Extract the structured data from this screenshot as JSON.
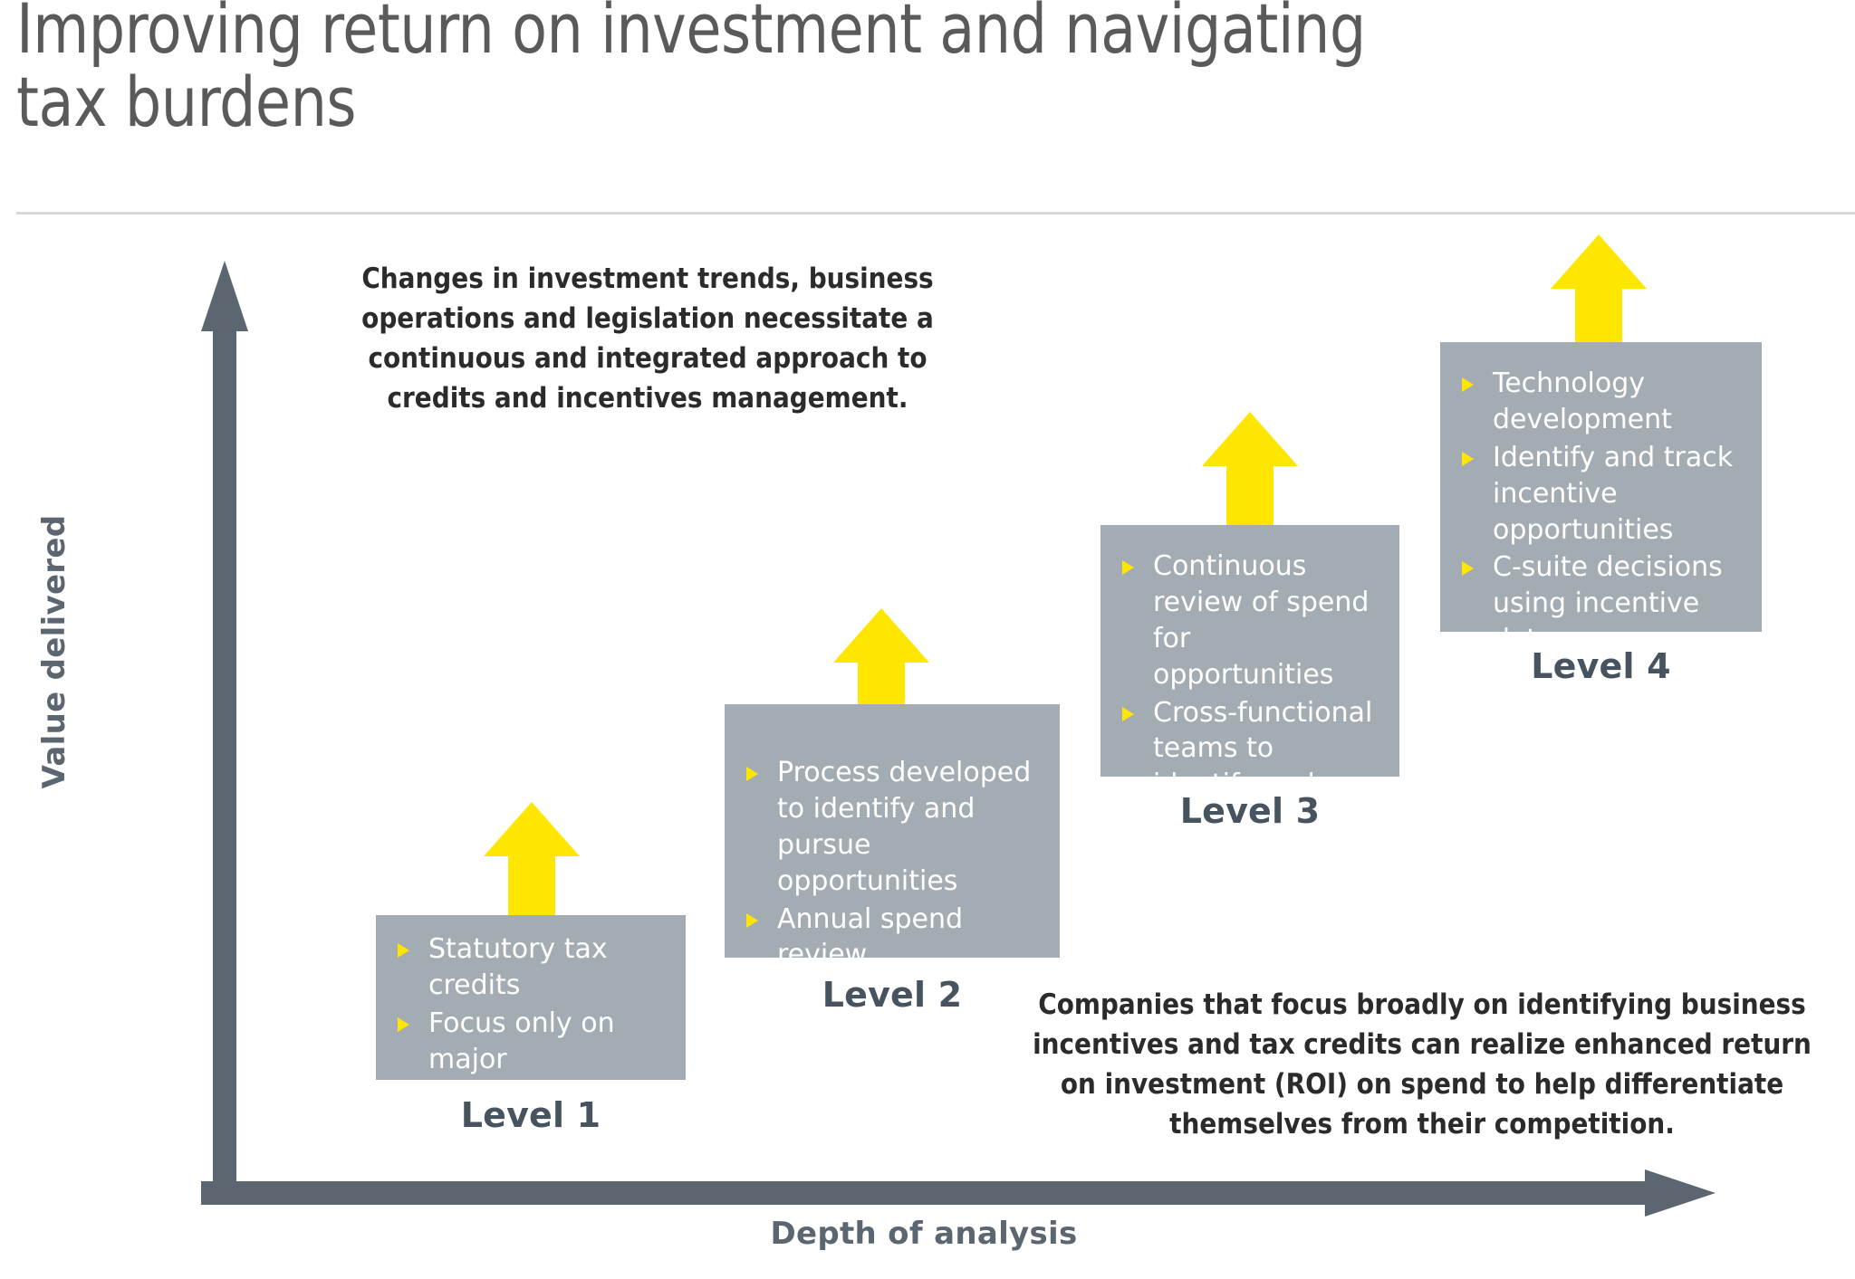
{
  "header": {
    "title": "Improving return on investment and navigating tax burdens"
  },
  "chart_data": {
    "type": "diagram",
    "title": "Improving return on investment and navigating tax burdens",
    "xlabel": "Depth of analysis",
    "ylabel": "Value delivered",
    "categories": [
      "Level 1",
      "Level 2",
      "Level 3",
      "Level 4"
    ],
    "values": [
      1,
      2,
      3,
      4
    ],
    "series": [
      {
        "name": "Level 1",
        "caption": "Level 1",
        "items": [
          "Statutory tax credits",
          "Focus only on major investments"
        ]
      },
      {
        "name": "Level 2",
        "caption": "Level 2",
        "items": [
          "Process developed to identify and pursue opportunities",
          "Annual spend review"
        ]
      },
      {
        "name": "Level 3",
        "caption": "Level 3",
        "items": [
          "Continuous review of spend for opportunities",
          "Cross-functional teams to identify and pursue"
        ]
      },
      {
        "name": "Level 4",
        "caption": "Level 4",
        "items": [
          "Technology development",
          "Identify and track incentive opportunities",
          "C-suite decisions using incentive data"
        ]
      }
    ],
    "annotations": [
      "Changes in investment trends, business operations and legislation necessitate a continuous and integrated approach to credits and incentives management.",
      "Companies that focus broadly on identifying business incentives and tax credits can realize enhanced return on investment (ROI) on spend to help differentiate themselves from their competition."
    ],
    "grid": false,
    "legend": "none"
  },
  "axes": {
    "y_label": "Value delivered",
    "x_label": "Depth of analysis"
  },
  "callouts": {
    "top": "Changes in investment trends, business operations and legislation necessitate a continuous and integrated approach to credits and incentives management.",
    "bottom": "Companies that focus broadly on identifying business incentives and tax credits can realize enhanced return on investment (ROI) on spend to help differentiate themselves from their competition."
  },
  "levels": [
    {
      "caption": "Level 1",
      "bullets": [
        "Statutory tax credits",
        "Focus only on major investments"
      ]
    },
    {
      "caption": "Level 2",
      "bullets": [
        "Process developed to identify and pursue opportunities",
        "Annual spend review"
      ]
    },
    {
      "caption": "Level 3",
      "bullets": [
        "Continuous review of spend for opportunities",
        "Cross-functional teams to identify and pursue"
      ]
    },
    {
      "caption": "Level 4",
      "bullets": [
        "Technology development",
        "Identify and track incentive opportunities",
        "C-suite decisions using incentive data"
      ]
    }
  ],
  "colors": {
    "brand_yellow": "#ffe600",
    "box_gray": "#a4acb3",
    "axis_slate": "#5b6670",
    "caption_slate": "#47535e",
    "title_gray": "#5a5a5a"
  }
}
